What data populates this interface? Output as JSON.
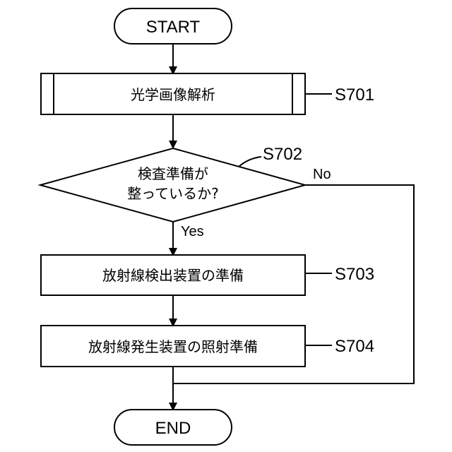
{
  "flowchart": {
    "start": "START",
    "end": "END",
    "s701": {
      "text": "光学画像解析",
      "ref": "S701"
    },
    "s702": {
      "line1": "検査準備が",
      "line2": "整っているか?",
      "ref": "S702",
      "yes": "Yes",
      "no": "No"
    },
    "s703": {
      "text": "放射線検出装置の準備",
      "ref": "S703"
    },
    "s704": {
      "text": "放射線発生装置の照射準備",
      "ref": "S704"
    }
  }
}
